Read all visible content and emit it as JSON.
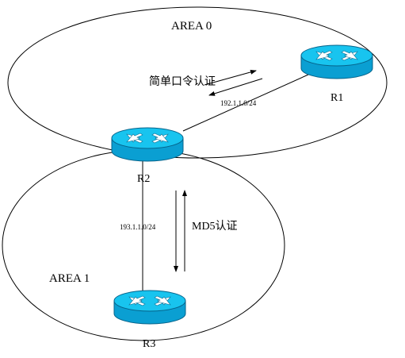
{
  "areas": [
    {
      "label": "AREA 0"
    },
    {
      "label": "AREA 1"
    }
  ],
  "routers": [
    {
      "id": "r1",
      "label": "R1"
    },
    {
      "id": "r2",
      "label": "R2"
    },
    {
      "id": "r3",
      "label": "R3"
    }
  ],
  "links": [
    {
      "from": "r2",
      "to": "r1",
      "subnet": "192.1.1.0/24",
      "auth": "简单口令认证"
    },
    {
      "from": "r2",
      "to": "r3",
      "subnet": "193.1.1.0/24",
      "auth": "MD5认证"
    }
  ],
  "colors": {
    "router_body": "#0aa6d8",
    "router_top": "#14c3ee",
    "router_dark": "#07709a",
    "line": "#000000"
  },
  "icons": {
    "router": "router-icon"
  }
}
